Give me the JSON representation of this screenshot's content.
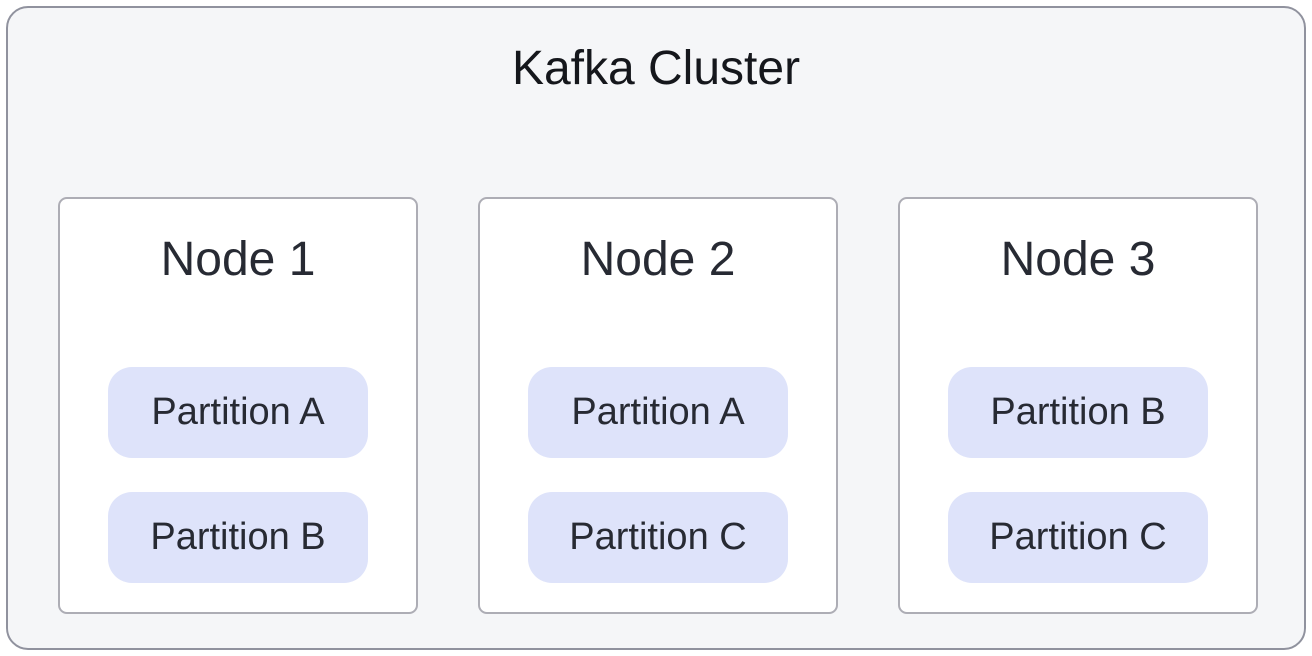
{
  "diagram": {
    "title": "Kafka Cluster",
    "colors": {
      "container_bg": "#f5f6f8",
      "container_border": "#90929e",
      "card_bg": "#ffffff",
      "card_border": "#adadb5",
      "partition_bg": "#dee3fa",
      "title_color": "#15171c",
      "text_dark": "#272a33"
    },
    "nodes": [
      {
        "label": "Node 1",
        "partitions": [
          "Partition A",
          "Partition B"
        ]
      },
      {
        "label": "Node 2",
        "partitions": [
          "Partition A",
          "Partition C"
        ]
      },
      {
        "label": "Node 3",
        "partitions": [
          "Partition B",
          "Partition C"
        ]
      }
    ]
  }
}
